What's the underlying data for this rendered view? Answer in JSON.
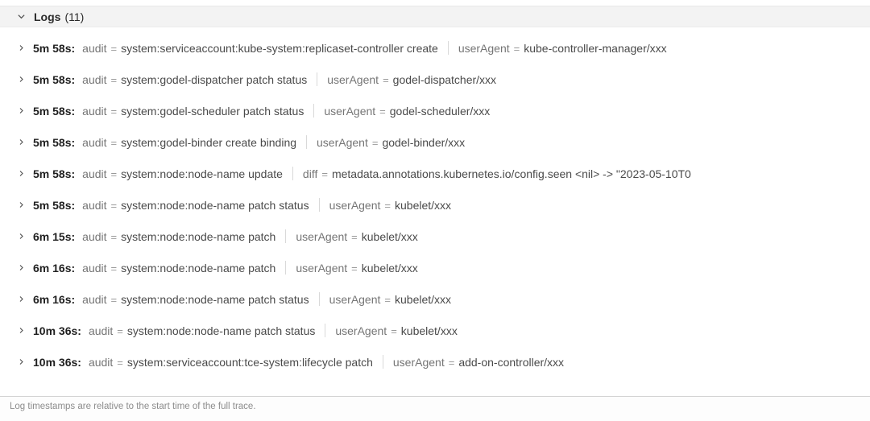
{
  "header": {
    "title": "Logs",
    "count": "(11)"
  },
  "equals": "=",
  "rows": [
    {
      "time": "5m 58s:",
      "fields": [
        {
          "key": "audit",
          "value": "system:serviceaccount:kube-system:replicaset-controller create"
        },
        {
          "key": "userAgent",
          "value": "kube-controller-manager/xxx"
        }
      ]
    },
    {
      "time": "5m 58s:",
      "fields": [
        {
          "key": "audit",
          "value": "system:godel-dispatcher patch status"
        },
        {
          "key": "userAgent",
          "value": "godel-dispatcher/xxx"
        }
      ]
    },
    {
      "time": "5m 58s:",
      "fields": [
        {
          "key": "audit",
          "value": "system:godel-scheduler patch status"
        },
        {
          "key": "userAgent",
          "value": "godel-scheduler/xxx"
        }
      ]
    },
    {
      "time": "5m 58s:",
      "fields": [
        {
          "key": "audit",
          "value": "system:godel-binder create binding"
        },
        {
          "key": "userAgent",
          "value": "godel-binder/xxx"
        }
      ]
    },
    {
      "time": "5m 58s:",
      "fields": [
        {
          "key": "audit",
          "value": "system:node:node-name update"
        },
        {
          "key": "diff",
          "value": "metadata.annotations.kubernetes.io/config.seen <nil> -> \"2023-05-10T0"
        }
      ]
    },
    {
      "time": "5m 58s:",
      "fields": [
        {
          "key": "audit",
          "value": "system:node:node-name patch status"
        },
        {
          "key": "userAgent",
          "value": "kubelet/xxx"
        }
      ]
    },
    {
      "time": "6m 15s:",
      "fields": [
        {
          "key": "audit",
          "value": "system:node:node-name patch"
        },
        {
          "key": "userAgent",
          "value": "kubelet/xxx"
        }
      ]
    },
    {
      "time": "6m 16s:",
      "fields": [
        {
          "key": "audit",
          "value": "system:node:node-name patch"
        },
        {
          "key": "userAgent",
          "value": "kubelet/xxx"
        }
      ]
    },
    {
      "time": "6m 16s:",
      "fields": [
        {
          "key": "audit",
          "value": "system:node:node-name patch status"
        },
        {
          "key": "userAgent",
          "value": "kubelet/xxx"
        }
      ]
    },
    {
      "time": "10m 36s:",
      "fields": [
        {
          "key": "audit",
          "value": "system:node:node-name patch status"
        },
        {
          "key": "userAgent",
          "value": "kubelet/xxx"
        }
      ]
    },
    {
      "time": "10m 36s:",
      "fields": [
        {
          "key": "audit",
          "value": "system:serviceaccount:tce-system:lifecycle patch"
        },
        {
          "key": "userAgent",
          "value": "add-on-controller/xxx"
        }
      ]
    }
  ],
  "footer": {
    "note": "Log timestamps are relative to the start time of the full trace."
  }
}
